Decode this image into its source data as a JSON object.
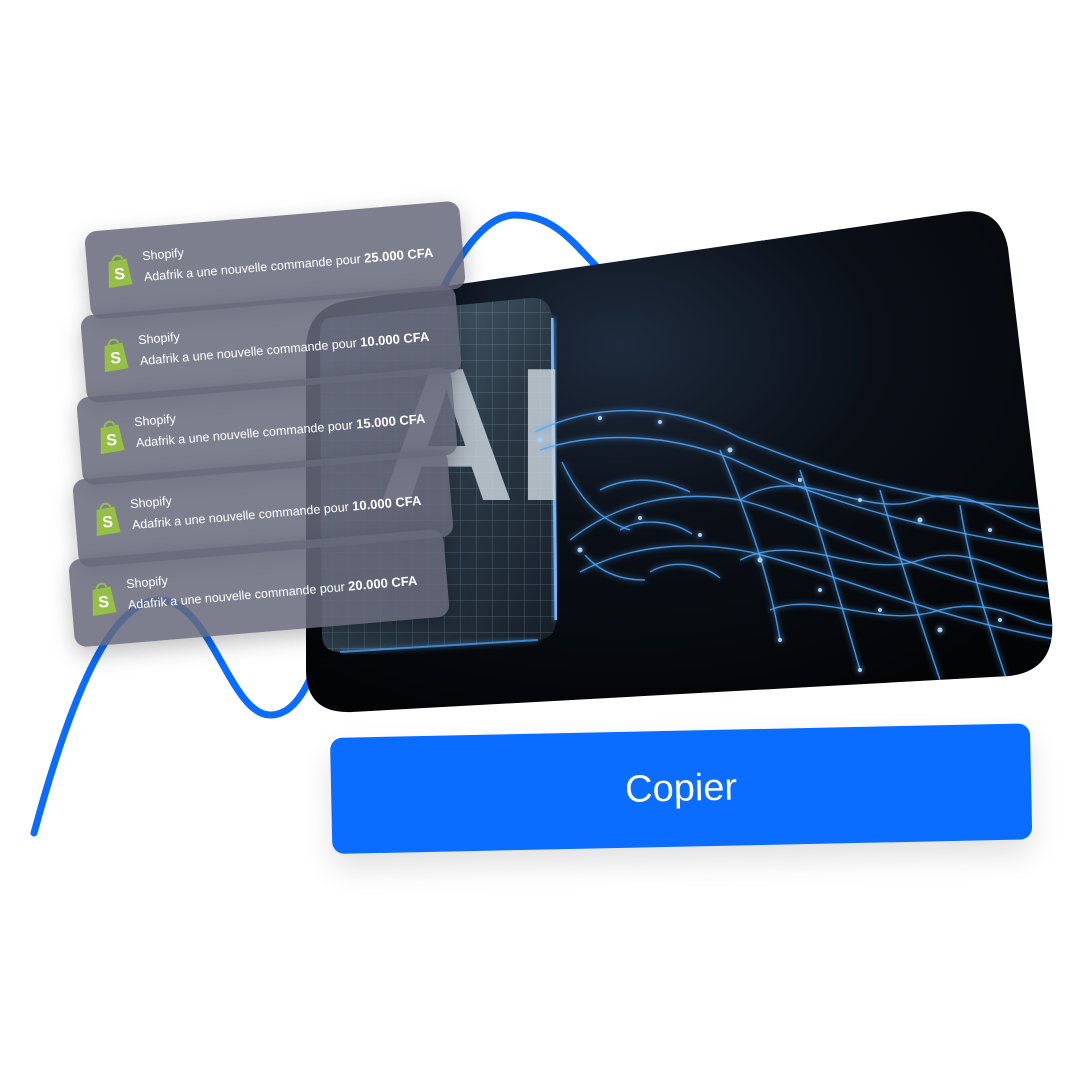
{
  "colors": {
    "accent": "#0a6dff",
    "notification_bg": "#686a7c",
    "shopify_green": "#95bf47",
    "hero_glow": "#4fa8ff"
  },
  "hero": {
    "icon": "ai-hand-image",
    "chip_text": "AI"
  },
  "notifications": [
    {
      "icon": "shopify-logo-icon",
      "app": "Shopify",
      "message": "Adafrik a une nouvelle commande pour",
      "amount": "25.000 CFA"
    },
    {
      "icon": "shopify-logo-icon",
      "app": "Shopify",
      "message": "Adafrik a une nouvelle commande pour",
      "amount": "10.000 CFA"
    },
    {
      "icon": "shopify-logo-icon",
      "app": "Shopify",
      "message": "Adafrik a une nouvelle commande pour",
      "amount": "15.000 CFA"
    },
    {
      "icon": "shopify-logo-icon",
      "app": "Shopify",
      "message": "Adafrik a une nouvelle commande pour",
      "amount": "10.000 CFA"
    },
    {
      "icon": "shopify-logo-icon",
      "app": "Shopify",
      "message": "Adafrik a une nouvelle commande pour",
      "amount": "20.000 CFA"
    }
  ],
  "button": {
    "label": "Copier"
  }
}
